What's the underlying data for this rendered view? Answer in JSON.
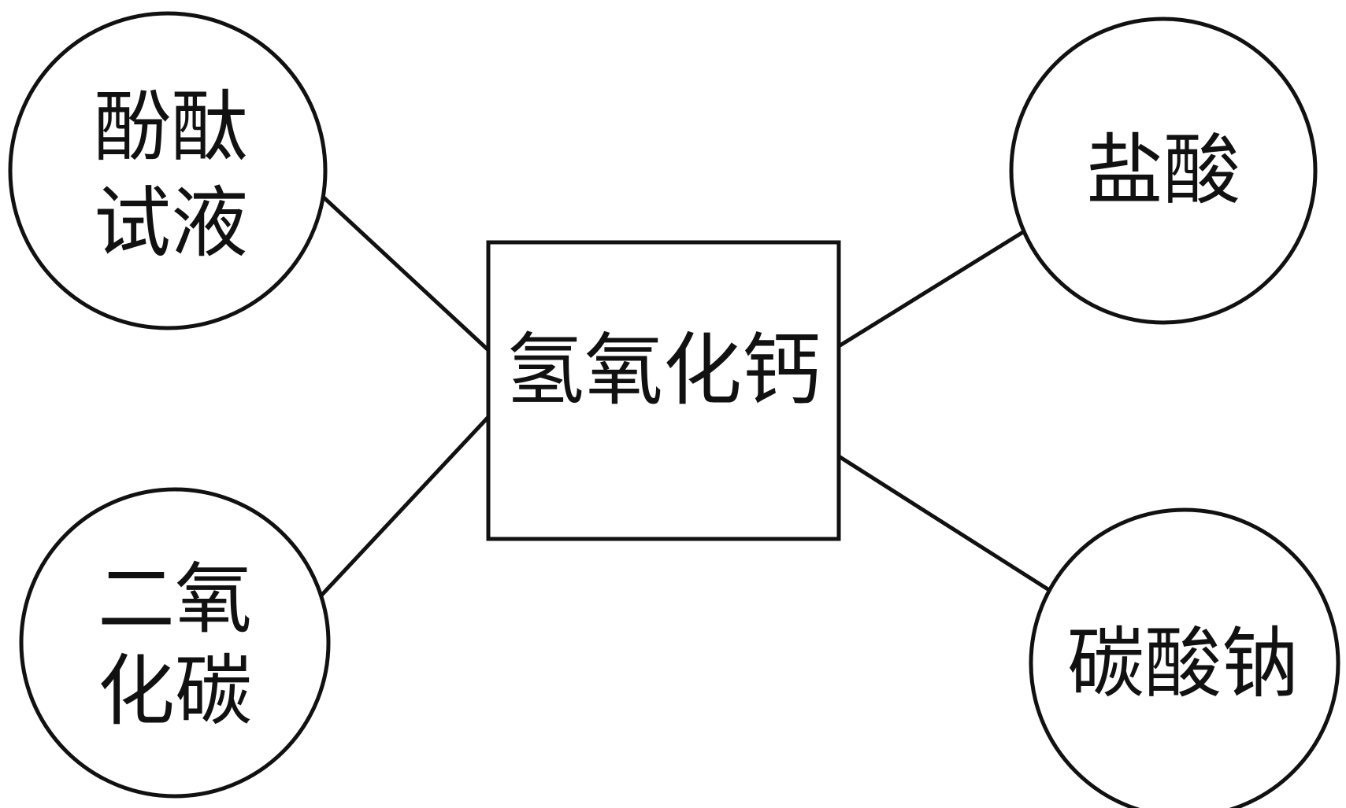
{
  "center": {
    "label": "氢氧化钙"
  },
  "nodes": {
    "phenolphthalein": {
      "line1": "酚酞",
      "line2": "试液"
    },
    "carbon_dioxide": {
      "line1": "二氧",
      "line2": "化碳"
    },
    "hydrochloric_acid": {
      "label": "盐酸"
    },
    "sodium_carbonate": {
      "label": "碳酸钠"
    }
  },
  "colors": {
    "stroke": "#111111",
    "background": "#ffffff"
  }
}
